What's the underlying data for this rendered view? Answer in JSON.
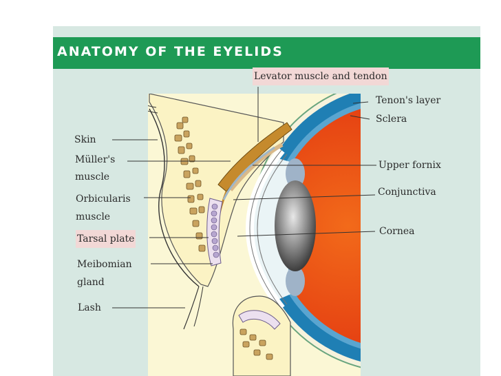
{
  "title": "ANATOMY OF THE EYELIDS",
  "colors": {
    "header": "#1e9a55",
    "background": "#d7e8e2",
    "panel": "#fbf7d5",
    "iris": "#e63a14",
    "sclera": "#1f7fb4"
  },
  "labels": {
    "levator": "Levator muscle and tendon",
    "tenon": "Tenon's layer",
    "sclera": "Sclera",
    "skin": "Skin",
    "muller_1": "Müller's",
    "muller_2": "muscle",
    "upper_fornix": "Upper fornix",
    "conjunctiva": "Conjunctiva",
    "orbicularis_1": "Orbicularis",
    "orbicularis_2": "muscle",
    "cornea": "Cornea",
    "tarsal": "Tarsal plate",
    "meibomian_1": "Meibomian",
    "meibomian_2": "gland",
    "lash": "Lash"
  }
}
